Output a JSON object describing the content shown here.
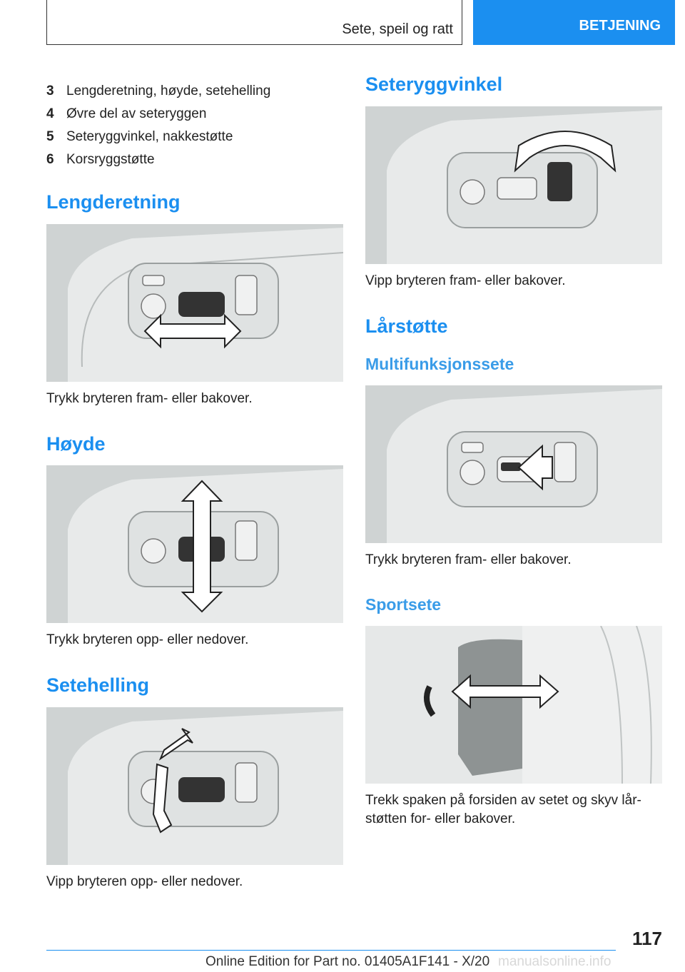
{
  "header": {
    "section_title": "Sete, speil og ratt",
    "tab_label": "BETJENING",
    "accent_color": "#1b8ff0"
  },
  "list": [
    {
      "num": "3",
      "text": "Lengderetning, høyde, setehelling"
    },
    {
      "num": "4",
      "text": "Øvre del av seteryggen"
    },
    {
      "num": "5",
      "text": "Seteryggvinkel, nakkestøtte"
    },
    {
      "num": "6",
      "text": "Korsryggstøtte"
    }
  ],
  "sections": {
    "lengderetning": {
      "title": "Lengderetning",
      "caption": "Trykk bryteren fram- eller bakover."
    },
    "hoyde": {
      "title": "Høyde",
      "caption": "Trykk bryteren opp- eller nedover."
    },
    "setehelling": {
      "title": "Setehelling",
      "caption": "Vipp bryteren opp- eller nedover."
    },
    "seteryggvinkel": {
      "title": "Seteryggvinkel",
      "caption": "Vipp bryteren fram- eller bakover."
    },
    "larstotte": {
      "title": "Lårstøtte"
    },
    "multifunksjonssete": {
      "title": "Multifunksjonssete",
      "caption": "Trykk bryteren fram- eller bakover."
    },
    "sportsete": {
      "title": "Sportsete",
      "caption_line1": "Trekk spaken på forsiden av setet og skyv lår-",
      "caption_line2": "støtten for- eller bakover."
    }
  },
  "footer": {
    "page_number": "117",
    "edition_text": "Online Edition for Part no. 01405A1F141 - X/20",
    "watermark": "manualsonline.info"
  }
}
